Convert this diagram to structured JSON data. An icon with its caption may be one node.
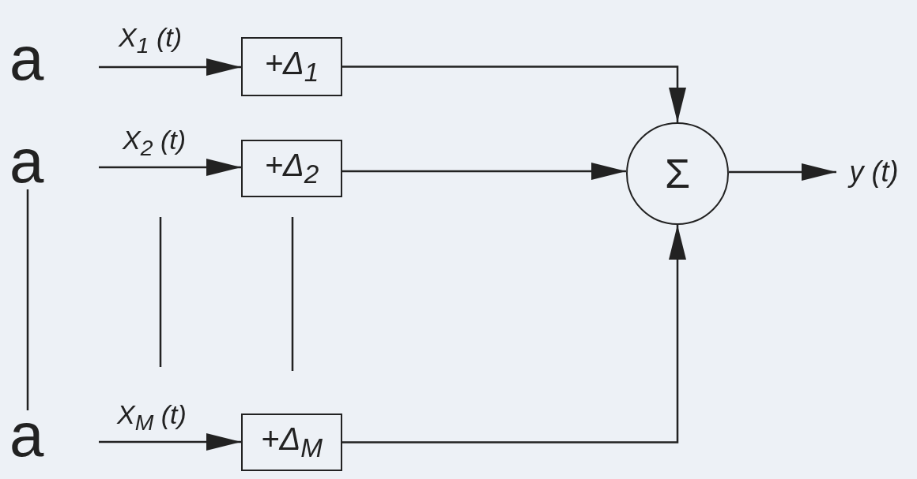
{
  "diagram": {
    "nodes": [
      {
        "text": [
          "+Δ$_{1}$"
        ]
      },
      {
        "text": [
          "+Δ$_{2}$"
        ]
      },
      {
        "text": [
          "+Δ$_{M}$"
        ]
      },
      {
        "text": [
          "Σ"
        ]
      },
      {
        "text": [
          "y (t)"
        ]
      }
    ],
    "edges": [
      {
        "from": null,
        "to": 0,
        "arrow": "to",
        "label": "X$_{1}$ (t)"
      },
      {
        "from": null,
        "to": 1,
        "arrow": "to",
        "label": "X$_{2}$ (t)"
      },
      {
        "from": null,
        "to": 2,
        "arrow": "to",
        "label": "X$_{M}$ (t)"
      },
      {
        "from": 0,
        "to": 3,
        "arrow": "to"
      },
      {
        "from": 1,
        "to": 3,
        "arrow": "to"
      },
      {
        "from": 2,
        "to": 3,
        "arrow": "to"
      },
      {
        "from": 3,
        "to": 4,
        "arrow": "to"
      }
    ],
    "labels": [
      "a",
      "a",
      "a"
    ]
  }
}
